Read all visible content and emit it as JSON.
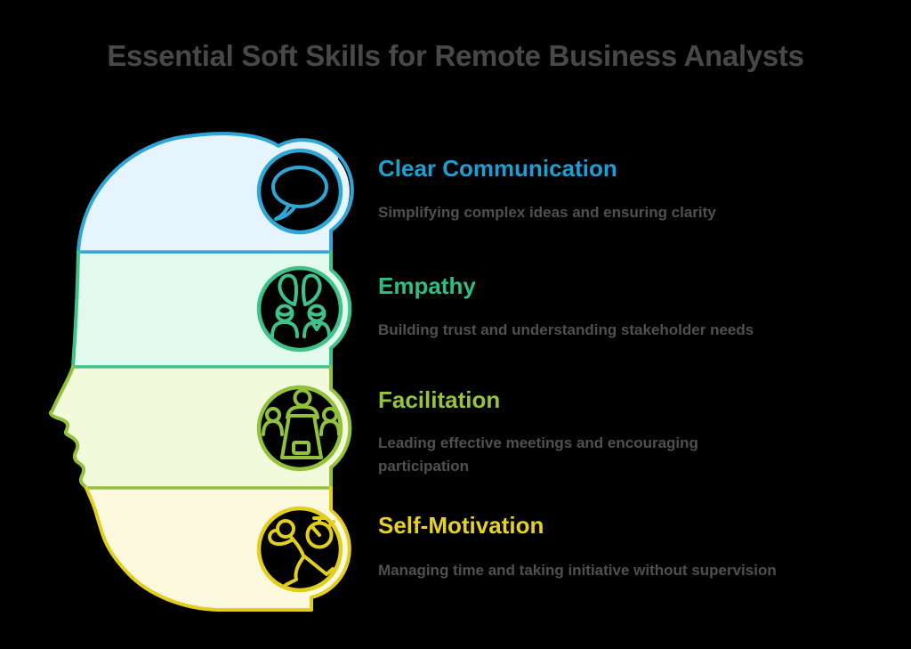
{
  "title": "Essential Soft Skills for Remote Business Analysts",
  "palette": {
    "background": "#000000",
    "title_color": "#484848",
    "description_color": "#505050"
  },
  "sections": [
    {
      "heading": "Clear Communication",
      "description": "Simplifying complex ideas and ensuring clarity",
      "icon": "speech-bubble-icon",
      "colors": {
        "stroke": "#2EA7D6",
        "fill": "#E6F5FD",
        "heading": "#1C9FD3"
      }
    },
    {
      "heading": "Empathy",
      "description": "Building trust and understanding stakeholder needs",
      "icon": "two-people-heart-icon",
      "colors": {
        "stroke": "#3EC287",
        "fill": "#E2FAEE",
        "heading": "#2FBE82"
      }
    },
    {
      "heading": "Facilitation",
      "description": "Leading effective meetings and encouraging participation",
      "icon": "meeting-table-icon",
      "colors": {
        "stroke": "#92C13C",
        "fill": "#F3FADB",
        "heading": "#97C43C"
      }
    },
    {
      "heading": "Self-Motivation",
      "description": "Managing time and taking initiative without supervision",
      "icon": "runner-stopwatch-icon",
      "colors": {
        "stroke": "#E2CE1F",
        "fill": "#FCF9DE",
        "heading": "#E5D123"
      }
    }
  ]
}
